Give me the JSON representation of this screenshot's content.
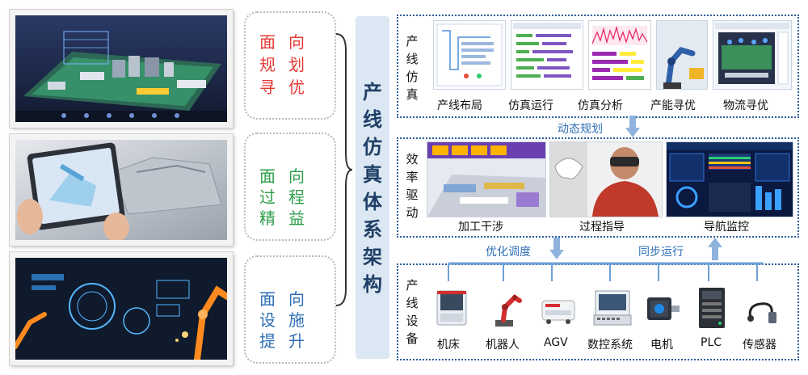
{
  "orientation": [
    {
      "chars": [
        "面",
        "向",
        "规",
        "划",
        "寻",
        "优"
      ],
      "color": "#e53935"
    },
    {
      "chars": [
        "面",
        "向",
        "过",
        "程",
        "精",
        "益"
      ],
      "color": "#2e9e4a"
    },
    {
      "chars": [
        "面",
        "向",
        "设",
        "施",
        "提",
        "升"
      ],
      "color": "#2e6fb5"
    }
  ],
  "framework_title": [
    "产",
    "线",
    "仿",
    "真",
    "体",
    "系",
    "架",
    "构"
  ],
  "layers": {
    "simulation": {
      "label": [
        "产",
        "线",
        "仿",
        "真"
      ],
      "items": [
        "产线布局",
        "仿真运行",
        "仿真分析",
        "产能寻优",
        "物流寻优"
      ]
    },
    "efficiency": {
      "label": [
        "效",
        "率",
        "驱",
        "动"
      ],
      "items": [
        "加工干涉",
        "过程指导",
        "导航监控"
      ]
    },
    "equipment": {
      "label": [
        "产",
        "线",
        "设",
        "备"
      ],
      "items": [
        "机床",
        "机器人",
        "AGV",
        "数控系统",
        "电机",
        "PLC",
        "传感器"
      ]
    }
  },
  "flows": {
    "dynamic_planning": "动态规划",
    "optimize_schedule": "优化调度",
    "sync_run": "同步运行"
  },
  "colors": {
    "accent_blue": "#2e6fb5",
    "band": "#dbe7f2",
    "dotted_border": "#2b5e9a"
  }
}
